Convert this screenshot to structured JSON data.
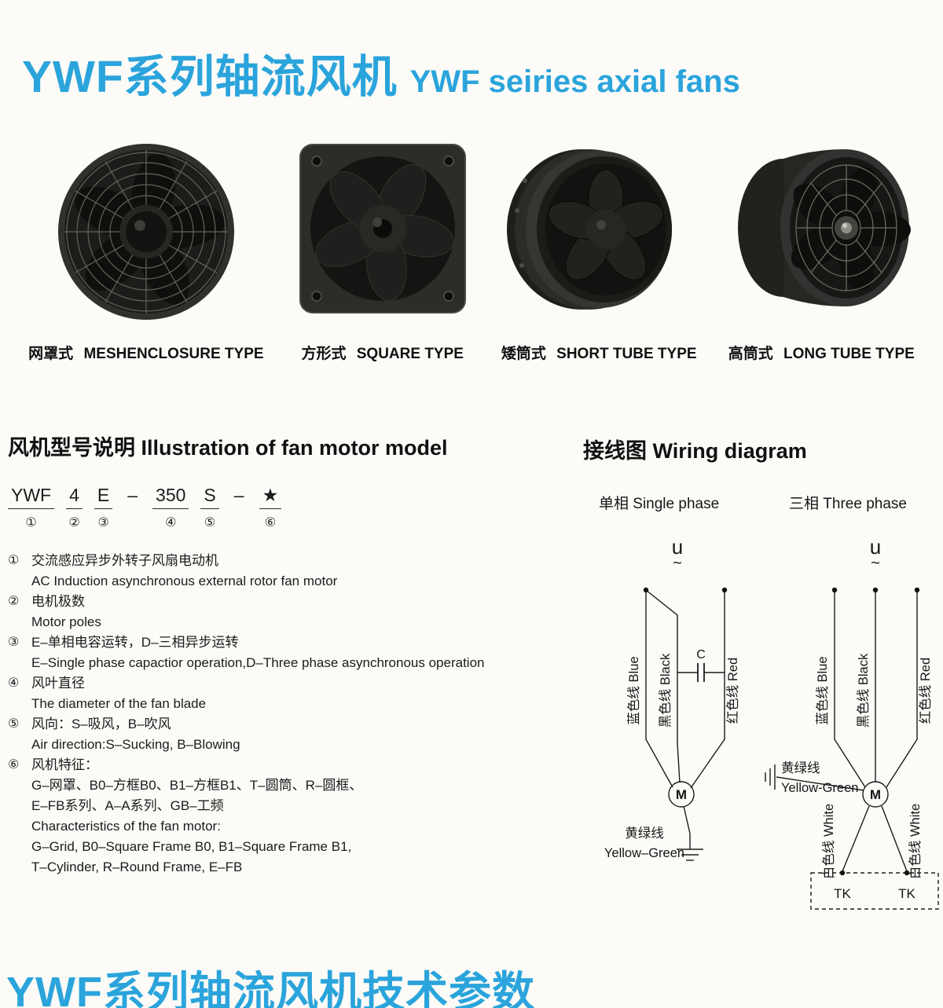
{
  "colors": {
    "accent": "#2ba4dc",
    "text": "#1b1b1b"
  },
  "header": {
    "title_cn": "YWF系列轴流风机",
    "title_en": "YWF seiries axial fans"
  },
  "products": [
    {
      "label_cn": "网罩式",
      "label_en": "MESHENCLOSURE TYPE",
      "image": "mesh-enclosure-fan-photo"
    },
    {
      "label_cn": "方形式",
      "label_en": "SQUARE TYPE",
      "image": "square-fan-photo"
    },
    {
      "label_cn": "矮筒式",
      "label_en": "SHORT TUBE TYPE",
      "image": "short-tube-fan-photo"
    },
    {
      "label_cn": "高筒式",
      "label_en": "LONG TUBE TYPE",
      "image": "long-tube-fan-photo"
    }
  ],
  "model": {
    "heading": "风机型号说明 Illustration of fan motor model",
    "code": [
      {
        "t": "YWF",
        "n": "①"
      },
      {
        "t": "4",
        "n": "②"
      },
      {
        "t": "E",
        "n": "③"
      },
      {
        "t": "–",
        "n": ""
      },
      {
        "t": "350",
        "n": "④"
      },
      {
        "t": "S",
        "n": "⑤"
      },
      {
        "t": "–",
        "n": ""
      },
      {
        "t": "★",
        "n": "⑥"
      }
    ],
    "notes": [
      {
        "num": "①",
        "lines": [
          "交流感应异步外转子风扇电动机",
          "AC Induction asynchronous external rotor fan motor"
        ]
      },
      {
        "num": "②",
        "lines": [
          "电机极数",
          "Motor poles"
        ]
      },
      {
        "num": "③",
        "lines": [
          "E–单相电容运转，D–三相异步运转",
          "E–Single phase capactior operation,D–Three phase asynchronous operation"
        ]
      },
      {
        "num": "④",
        "lines": [
          "风叶直径",
          "The diameter of the fan blade"
        ]
      },
      {
        "num": "⑤",
        "lines": [
          "风向：S–吸风，B–吹风",
          "Air direction:S–Sucking, B–Blowing"
        ]
      },
      {
        "num": "⑥",
        "lines": [
          "风机特征：",
          "G–网罩、B0–方框B0、B1–方框B1、T–圆筒、R–圆框、",
          "E–FB系列、A–A系列、GB–工频",
          "Characteristics of the fan motor:",
          "G–Grid, B0–Square Frame B0, B1–Square Frame B1,",
          "T–Cylinder, R–Round Frame, E–FB"
        ]
      }
    ]
  },
  "wiring": {
    "heading": "接线图 Wiring diagram",
    "single": {
      "title": "单相 Single phase",
      "u": "u",
      "tilde": "~",
      "wire_blue": "蓝色线 Blue",
      "wire_black": "黑色线 Black",
      "wire_red": "红色线 Red",
      "capacitor": "C",
      "motor": "M",
      "ground_cn": "黄绿线",
      "ground_en": "Yellow–Green"
    },
    "three": {
      "title": "三相 Three phase",
      "u": "u",
      "tilde": "~",
      "wire_blue": "蓝色线 Blue",
      "wire_black": "黑色线 Black",
      "wire_red": "红色线 Red",
      "motor": "M",
      "ground_cn": "黄绿线",
      "ground_en": "Yellow-Green",
      "white_left": "白色线 White",
      "white_right": "白色线 White",
      "tk_left": "TK",
      "tk_right": "TK"
    }
  },
  "footer": {
    "title": "YWF系列轴流风机技术参数"
  }
}
